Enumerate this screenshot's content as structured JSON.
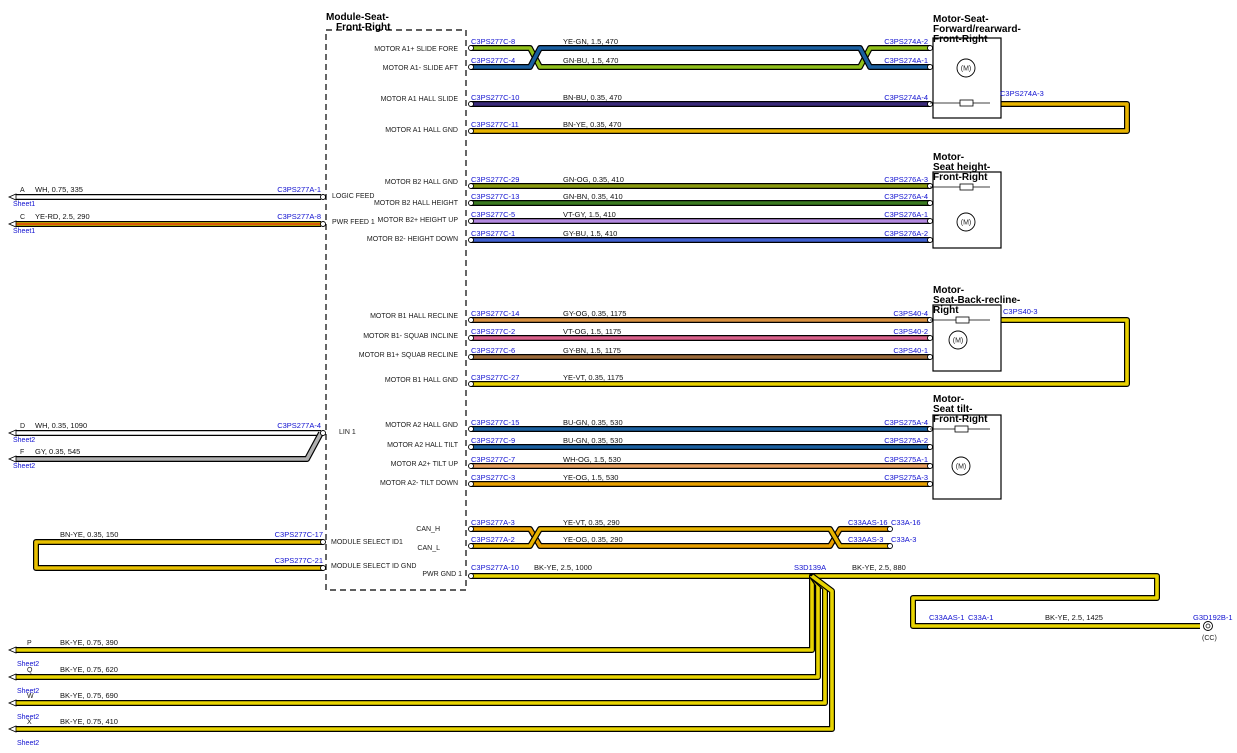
{
  "module": {
    "title_lines": [
      "Module-Seat-",
      "Front-Right"
    ]
  },
  "motors": [
    {
      "title_lines": [
        "Motor-Seat-",
        "Forward/rearward-",
        "Front-Right"
      ],
      "symbol": "(M)"
    },
    {
      "title_lines": [
        "Motor-",
        "Seat height-",
        "Front-Right"
      ],
      "symbol": "(M)"
    },
    {
      "title_lines": [
        "Motor-",
        "Seat-Back-recline-",
        "Right"
      ],
      "symbol": "(M)"
    },
    {
      "title_lines": [
        "Motor-",
        "Seat tilt-",
        "Front-Right"
      ],
      "symbol": "(M)"
    }
  ],
  "module_pins": [
    "MOTOR A1+ SLIDE FORE",
    "MOTOR A1- SLIDE AFT",
    "MOTOR A1 HALL SLIDE",
    "MOTOR A1 HALL GND",
    "MOTOR B2 HALL GND",
    "MOTOR B2 HALL HEIGHT",
    "MOTOR B2+ HEIGHT UP",
    "MOTOR B2- HEIGHT DOWN",
    "MOTOR B1 HALL RECLINE",
    "MOTOR B1- SQUAB INCLINE",
    "MOTOR B1+ SQUAB RECLINE",
    "MOTOR B1 HALL GND",
    "MOTOR A2 HALL GND",
    "MOTOR A2 HALL TILT",
    "MOTOR A2+ TILT UP",
    "MOTOR A2- TILT DOWN",
    "CAN_H",
    "CAN_L",
    "PWR GND 1"
  ],
  "left_pins": [
    "LOGIC FEED",
    "PWR FEED 1",
    "LIN 1",
    "MODULE SELECT ID1",
    "MODULE SELECT ID GND"
  ],
  "wires": [
    {
      "left": "C3PS277C-8",
      "label": "YE-GN,  1.5,  470",
      "right": "C3PS274A-2",
      "color": "#8fbf1a"
    },
    {
      "left": "C3PS277C-4",
      "label": "GN-BU,  1.5,  470",
      "right": "C3PS274A-1",
      "color": "#1a5fa0"
    },
    {
      "left": "C3PS277C-10",
      "label": "BN-BU,  0.35,  470",
      "right": "C3PS274A-4",
      "color": "#3a2a7a"
    },
    {
      "left": "C3PS277C-11",
      "label": "BN-YE,  0.35,  470",
      "right": "C3PS274A-3",
      "color": "#e8b400"
    },
    {
      "left": "C3PS277C-29",
      "label": "GN-OG,  0.35,  410",
      "right": "C3PS276A-3",
      "color": "#8a9a10"
    },
    {
      "left": "C3PS277C-13",
      "label": "GN-BN,  0.35,  410",
      "right": "C3PS276A-4",
      "color": "#3a7a20"
    },
    {
      "left": "C3PS277C-5",
      "label": "VT-GY,  1.5,  410",
      "right": "C3PS276A-1",
      "color": "#b48ae0"
    },
    {
      "left": "C3PS277C-1",
      "label": "GY-BU,  1.5,  410",
      "right": "C3PS276A-2",
      "color": "#4060d0"
    },
    {
      "left": "C3PS277C-14",
      "label": "GY-OG,  0.35,  1175",
      "right": "C3PS40-4",
      "color": "#d89040"
    },
    {
      "left": "C3PS277C-2",
      "label": "VT-OG,  1.5,  1175",
      "right": "C3PS40-2",
      "color": "#d8608a"
    },
    {
      "left": "C3PS277C-6",
      "label": "GY-BN,  1.5,  1175",
      "right": "C3PS40-1",
      "color": "#9a6a3a"
    },
    {
      "left": "C3PS277C-27",
      "label": "YE-VT,  0.35,  1175",
      "right": "C3PS40-3",
      "color": "#e8d000"
    },
    {
      "left": "C3PS277C-15",
      "label": "BU-GN,  0.35,  530",
      "right": "C3PS275A-4",
      "color": "#1a60a0"
    },
    {
      "left": "C3PS277C-9",
      "label": "BU-GN,  0.35,  530",
      "right": "C3PS275A-2",
      "color": "#1a60a0"
    },
    {
      "left": "C3PS277C-7",
      "label": "WH-OG,  1.5,  530",
      "right": "C3PS275A-1",
      "color": "#e8a060"
    },
    {
      "left": "C3PS277C-3",
      "label": "YE-OG,  1.5,  530",
      "right": "C3PS275A-3",
      "color": "#e8a000"
    }
  ],
  "motor_splice_labels": [
    "C3PS274A-3",
    "C3PS40-3"
  ],
  "can": [
    {
      "left": "C3PS277A-3",
      "label": "YE-VT,  0.35,  290",
      "right": "C33AAS-16",
      "right2": "C33A-16"
    },
    {
      "left": "C3PS277A-2",
      "label": "YE-OG,  0.35,  290",
      "right": "C33AAS-3",
      "right2": "C33A-3"
    }
  ],
  "ground": {
    "left": "C3PS277A-10",
    "label": "BK-YE,  2.5,  1000",
    "splice": "S3D139A",
    "label2": "BK-YE,  2.5,  880",
    "branch_left": "C33AAS-1",
    "branch_left2": "C33A-1",
    "branch_label": "BK-YE,  2.5,  1425",
    "end": "G3D192B-1",
    "end_note": "(CC)"
  },
  "left_wires": [
    {
      "letter": "A",
      "label": "WH,  0.75,  335",
      "conn": "C3PS277A-1",
      "sheet": "Sheet1"
    },
    {
      "letter": "C",
      "label": "YE-RD,  2.5,  290",
      "conn": "C3PS277A-8",
      "sheet": "Sheet1"
    },
    {
      "letter": "D",
      "label": "WH,  0.35,  1090",
      "conn": "C3PS277A-4",
      "sheet": "Sheet2"
    },
    {
      "letter": "F",
      "label": "GY,  0.35,  545",
      "conn": "",
      "sheet": "Sheet2"
    }
  ],
  "module_select": {
    "label": "BN-YE,  0.35,  150",
    "conn1": "C3PS277C-17",
    "conn2": "C3PS277C-21"
  },
  "bottom_wires": [
    {
      "letter": "P",
      "label": "BK-YE,  0.75,  390",
      "sheet": "Sheet2"
    },
    {
      "letter": "Q",
      "label": "BK-YE,  0.75,  620",
      "sheet": "Sheet2"
    },
    {
      "letter": "W",
      "label": "BK-YE,  0.75,  690",
      "sheet": "Sheet2"
    },
    {
      "letter": "X",
      "label": "BK-YE,  0.75,  410",
      "sheet": "Sheet2"
    }
  ]
}
